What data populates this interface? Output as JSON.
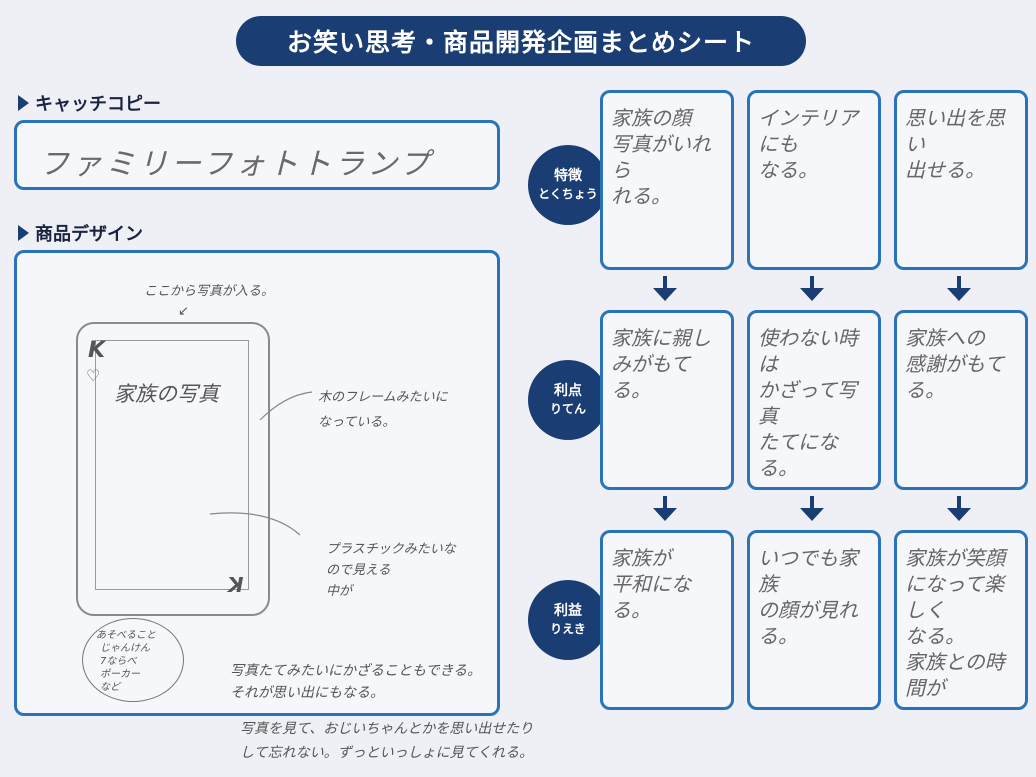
{
  "title": "お笑い思考・商品開発企画まとめシート",
  "sections": {
    "catch_copy_label": "キャッチコピー",
    "design_label": "商品デザイン"
  },
  "catch_copy": "ファミリーフォトトランプ",
  "design": {
    "top_note": "ここから写真が入る。",
    "card_rank_top": "K",
    "card_rank_bottom": "K",
    "card_center": "家族の写真",
    "frame_note": "木のフレームみたいに\nなっている。",
    "plastic_note": "プラスチックみたいな\nので見える\n中が",
    "oval_title": "あそべること",
    "oval_items": "じゃんけん\n7ならべ\nポーカー\nなど",
    "bottom_note_1": "写真たてみたいにかざることもできる。それが思い出にもなる。",
    "bottom_note_2": "写真を見て、おじいちゃんとかを思い出せたりして忘れない。ずっといっしょに見てくれる。"
  },
  "rows": [
    {
      "label_line1": "特徴",
      "label_line2": "とくちょう"
    },
    {
      "label_line1": "利点",
      "label_line2": "りてん"
    },
    {
      "label_line1": "利益",
      "label_line2": "りえき"
    }
  ],
  "cells": [
    [
      "家族の顔\n写真がいれら\nれる。",
      "インテリアにも\nなる。",
      "思い出を思い\n出せる。"
    ],
    [
      "家族に親しみがもてる。",
      "使わない時は\nかざって写真\nたてになる。",
      "家族への\n感謝がもてる。"
    ],
    [
      "家族が\n平和になる。",
      "いつでも家族\nの顔が見れる。",
      "家族が笑顔\nになって楽しく\nなる。\n家族との時間が"
    ]
  ],
  "colors": {
    "navy": "#1a3d73",
    "blue_border": "#2a73b8"
  }
}
